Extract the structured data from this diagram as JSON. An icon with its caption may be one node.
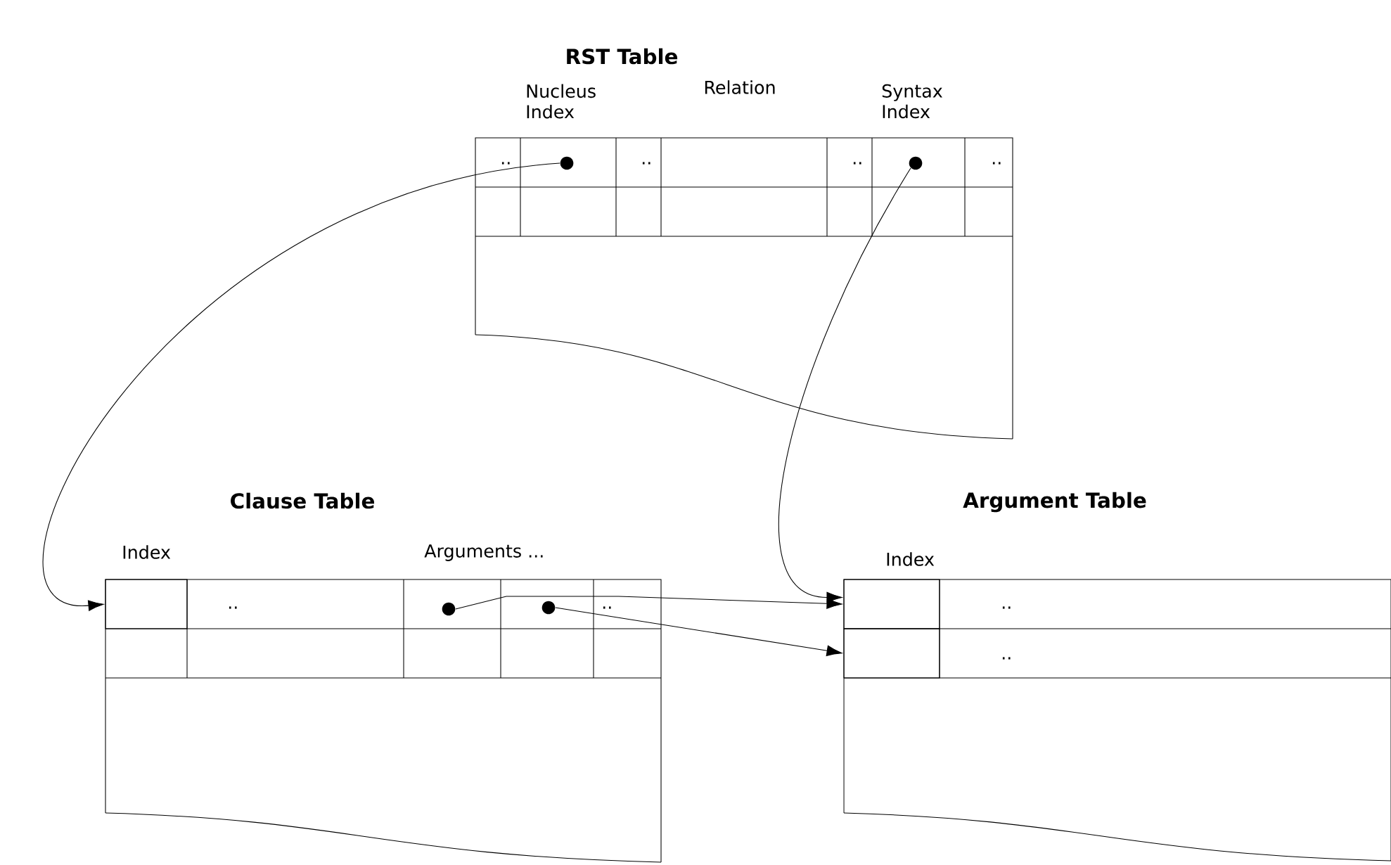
{
  "diagram": {
    "nodes": [
      {
        "text": [
          "RST Table"
        ]
      },
      {
        "text": [],
        "shape": "circle",
        "in": 0,
        "beside": [
          "Nucleus Index"
        ]
      },
      {
        "text": [],
        "shape": "circle",
        "in": 0,
        "beside": [
          "Syntax Index"
        ]
      },
      {
        "text": [
          "Clause Table"
        ]
      },
      {
        "text": [],
        "shape": "box",
        "in": 3,
        "beside": [
          "Index"
        ]
      },
      {
        "text": [],
        "shape": "circle",
        "in": 3
      },
      {
        "text": [],
        "shape": "circle",
        "in": 3
      },
      {
        "text": [
          "Argument Table"
        ]
      },
      {
        "text": [],
        "shape": "box",
        "in": 7,
        "beside": [
          "Index"
        ]
      },
      {
        "text": [],
        "shape": "box",
        "in": 7
      }
    ],
    "edges": [
      {
        "from": 1,
        "to": 4,
        "arrow": "to"
      },
      {
        "from": 2,
        "to": 8,
        "arrow": "to"
      },
      {
        "from": 5,
        "to": 8,
        "arrow": "to"
      },
      {
        "from": 6,
        "to": 9,
        "arrow": "to"
      }
    ],
    "labels": [
      "Relation",
      "..",
      "..",
      "..",
      "..",
      "Arguments ...",
      "..",
      "..",
      "..",
      ".."
    ]
  }
}
